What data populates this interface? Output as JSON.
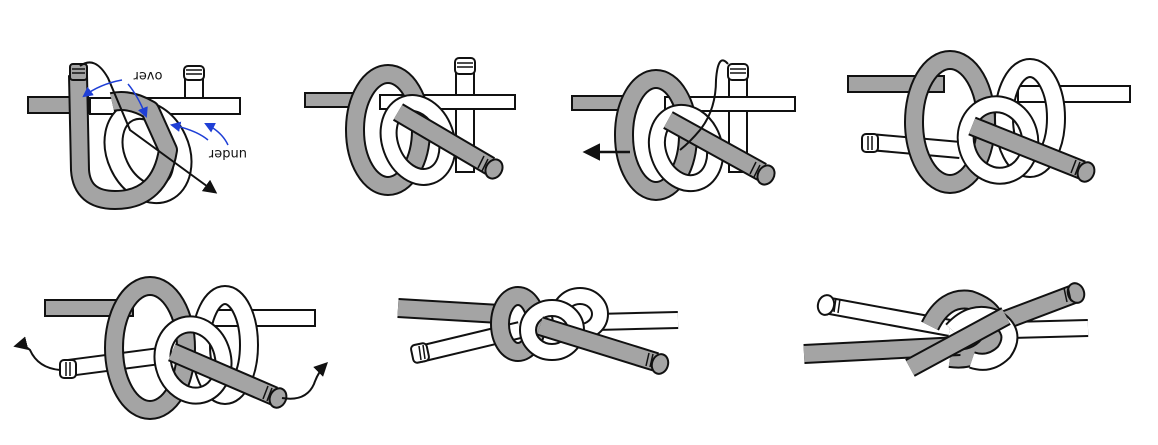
{
  "colors": {
    "grey_rope": "#a4a4a4",
    "white_rope": "#ffffff",
    "outline": "#111111",
    "annotation_blue": "#1f3fd6",
    "arrow_black": "#111111"
  },
  "diagram": {
    "steps": [
      {
        "id": "step-1",
        "labels": {
          "over": "over",
          "under": "under"
        },
        "arrows": [
          "over-arrow",
          "under-arrow-1",
          "under-arrow-2",
          "pull-arrow-down-right"
        ]
      },
      {
        "id": "step-2"
      },
      {
        "id": "step-3",
        "arrows": [
          "pull-arrow-left"
        ]
      },
      {
        "id": "step-4"
      },
      {
        "id": "step-5",
        "arrows": [
          "pull-arrow-left-curved",
          "pull-arrow-right-curved"
        ]
      },
      {
        "id": "step-6"
      },
      {
        "id": "step-7"
      }
    ]
  }
}
